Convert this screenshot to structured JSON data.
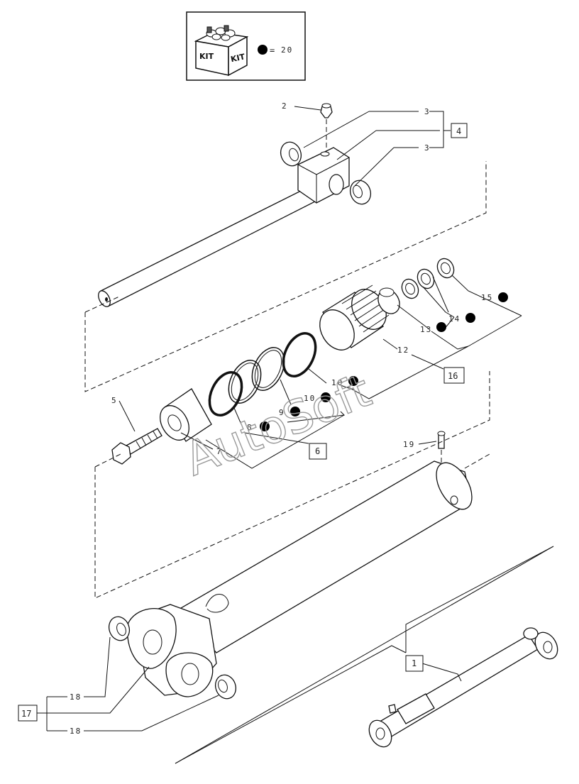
{
  "kit": {
    "box_label_left": "KIT",
    "box_label_right": "KIT",
    "equals": "=",
    "kit_number": "20"
  },
  "callouts": {
    "c1": "1",
    "c2": "2",
    "c3a": "3",
    "c3b": "3",
    "c4": "4",
    "c5": "5",
    "c6": "6",
    "c7": "7",
    "c8": "8",
    "c9": "9",
    "c10": "10",
    "c12": "12",
    "c13": "13",
    "c14": "14",
    "c15": "15",
    "c16": "16",
    "c17": "17",
    "c18a": "18",
    "c18b": "18",
    "c19": "19"
  },
  "watermark": "AutoSoft",
  "colors": {
    "ink": "#111111",
    "dot": "#000000",
    "watermark": "#9a9a9a"
  }
}
